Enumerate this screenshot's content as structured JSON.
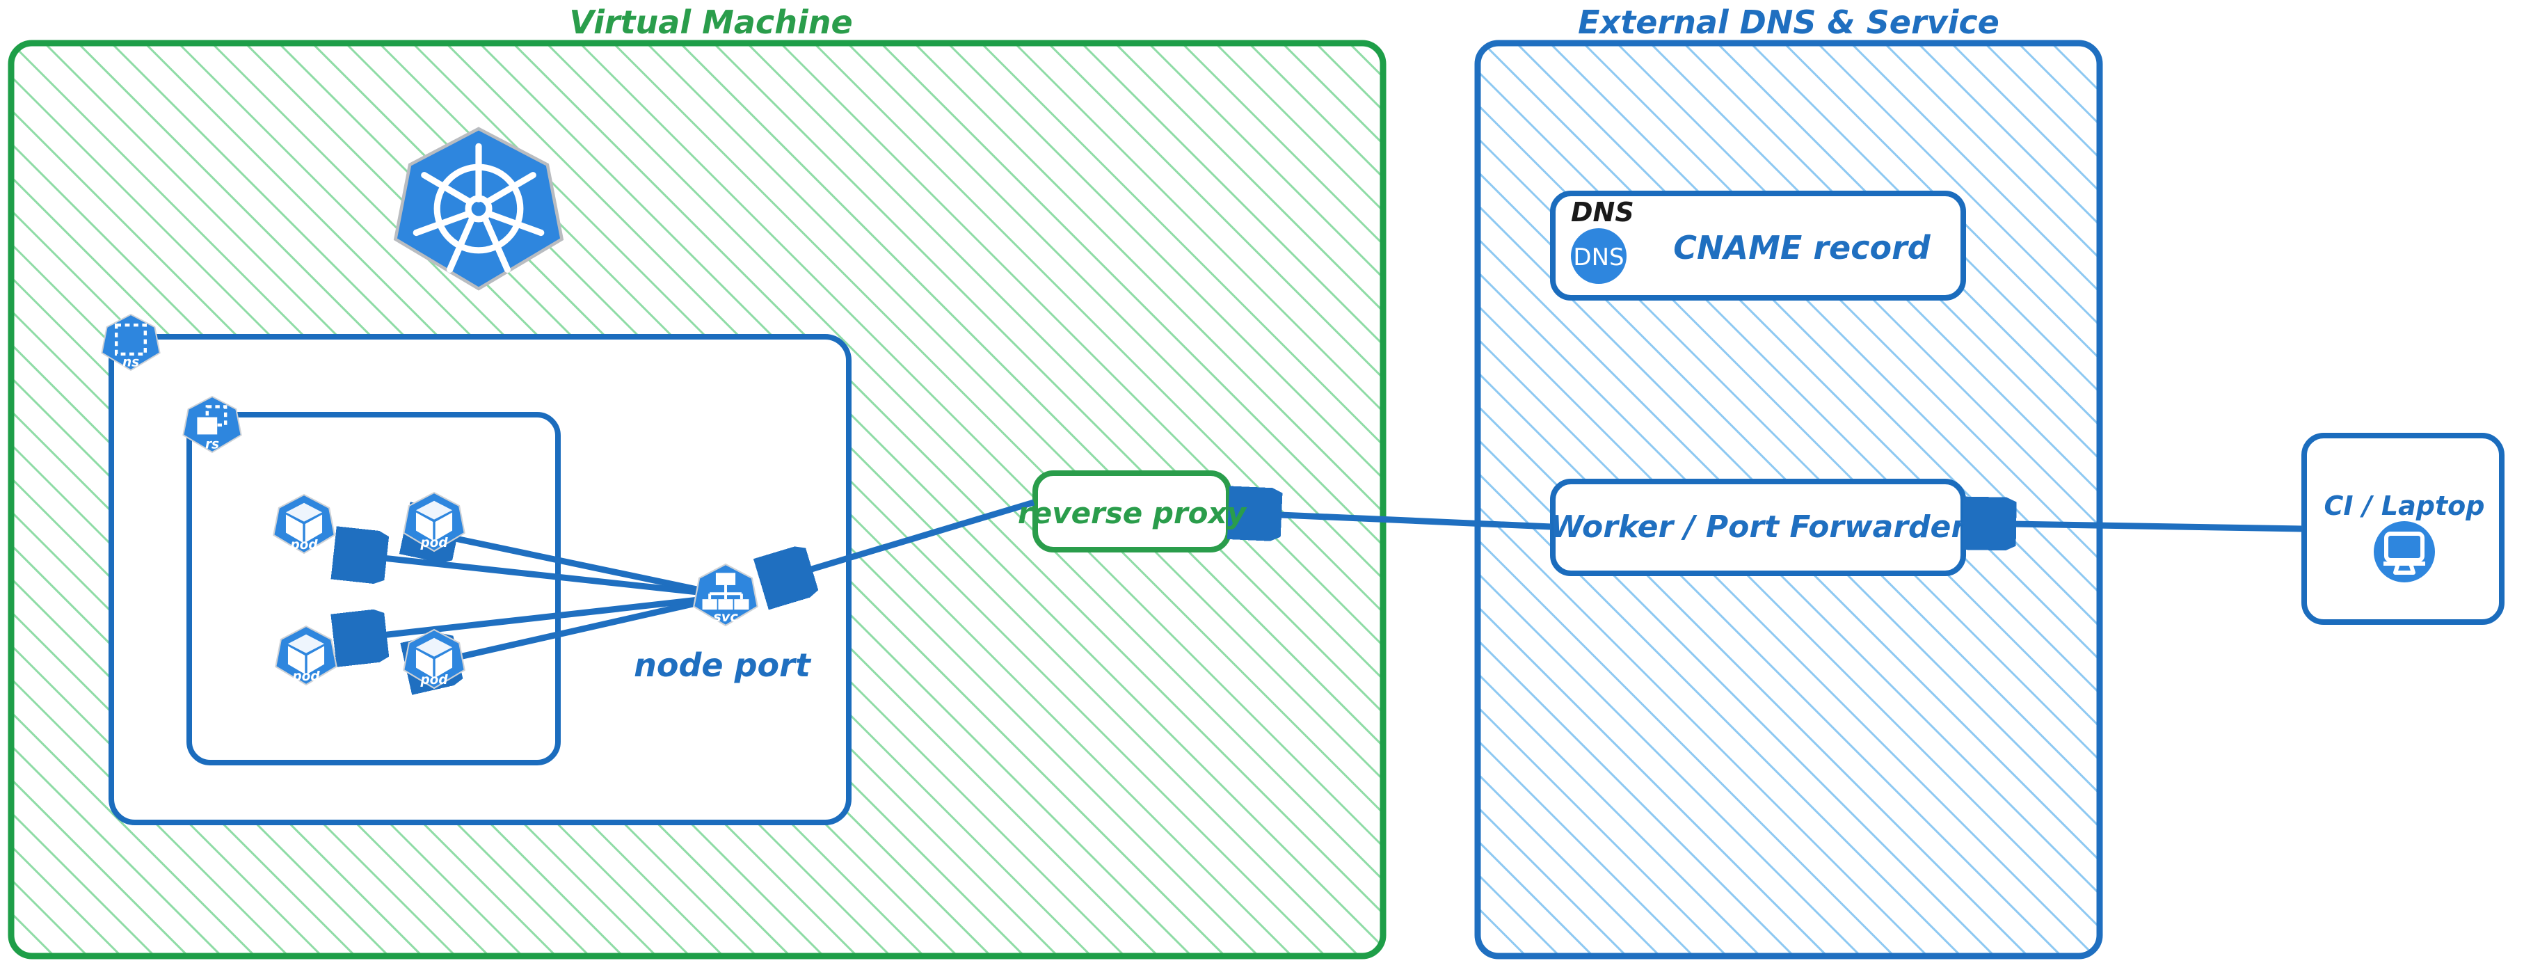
{
  "diagram": {
    "title_vm": "Virtual Machine",
    "title_external": "External DNS & Service",
    "colors": {
      "green_border": "#1e9e48",
      "green_hatch": "#8fdca6",
      "green_text": "#2a9d4b",
      "blue_border": "#1f6fc0",
      "blue_hatch": "#8ec9f2",
      "blue_text": "#1f6fc0",
      "k8s_blue": "#2e86de",
      "dark_text": "#1a1a1a",
      "arrow": "#1f6fc0",
      "box_border_blue": "#1b6cbd",
      "white": "#ffffff"
    }
  },
  "vm_panel": {
    "label": "Virtual Machine",
    "k8s_logo": {
      "icon": "kubernetes-wheel-icon"
    },
    "namespace": {
      "badge_label": "ns",
      "icon": "namespace-icon"
    },
    "replicaset": {
      "badge_label": "rs",
      "icon": "replicaset-icon"
    },
    "pods": [
      {
        "label": "pod",
        "icon": "pod-cube-icon"
      },
      {
        "label": "pod",
        "icon": "pod-cube-icon"
      },
      {
        "label": "pod",
        "icon": "pod-cube-icon"
      },
      {
        "label": "pod",
        "icon": "pod-cube-icon"
      }
    ],
    "service": {
      "badge_label": "svc",
      "icon": "service-icon",
      "caption": "node port"
    },
    "reverse_proxy": {
      "label": "reverse proxy"
    }
  },
  "external_panel": {
    "label": "External DNS & Service",
    "dns_card": {
      "heading": "DNS",
      "badge_text": "DNS",
      "icon": "dns-circle-icon",
      "record": "CNAME record"
    },
    "worker_card": {
      "label": "Worker / Port Forwarder"
    }
  },
  "client": {
    "label": "CI / Laptop",
    "icon": "desktop-monitor-icon"
  },
  "connections": [
    {
      "from": "svc",
      "to": "pod-1",
      "direction": "left"
    },
    {
      "from": "svc",
      "to": "pod-2",
      "direction": "left"
    },
    {
      "from": "svc",
      "to": "pod-3",
      "direction": "left"
    },
    {
      "from": "svc",
      "to": "pod-4",
      "direction": "left"
    },
    {
      "from": "reverse-proxy",
      "to": "svc",
      "direction": "left"
    },
    {
      "from": "worker-port-forwarder",
      "to": "reverse-proxy",
      "direction": "left"
    },
    {
      "from": "ci-laptop",
      "to": "worker-port-forwarder",
      "direction": "left"
    }
  ]
}
